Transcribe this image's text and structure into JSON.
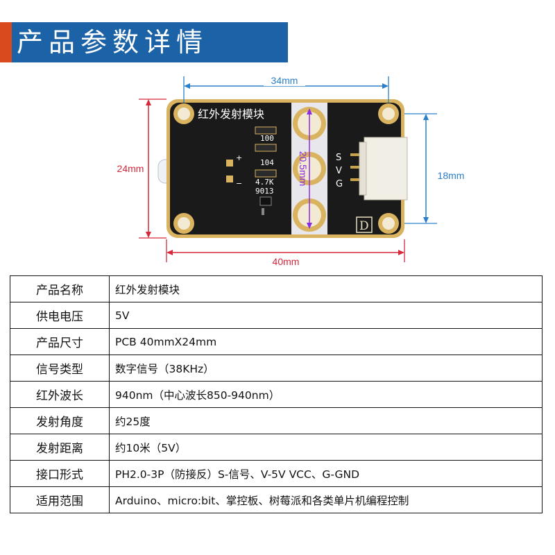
{
  "header": {
    "title": "产品参数详情"
  },
  "diagram": {
    "dimensions": {
      "top_width": "34mm",
      "bottom_width": "40mm",
      "left_height": "24mm",
      "right_height": "18mm",
      "center_height": "20.5mm"
    },
    "board_title": "红外发射模块",
    "silkscreen": {
      "r1": "100",
      "r2": "104",
      "r3": "4.7K",
      "transistor": "9013",
      "plus": "+",
      "minus": "−",
      "pin_s": "S",
      "pin_v": "V",
      "pin_g": "G",
      "brand": "D"
    }
  },
  "specs": [
    {
      "label": "产品名称",
      "value": "红外发射模块"
    },
    {
      "label": "供电电压",
      "value": "5V"
    },
    {
      "label": "产品尺寸",
      "value": "PCB 40mmX24mm"
    },
    {
      "label": "信号类型",
      "value": "数字信号（38KHz）"
    },
    {
      "label": "红外波长",
      "value": "940nm（中心波长850-940nm）"
    },
    {
      "label": "发射角度",
      "value": "约25度"
    },
    {
      "label": "发射距离",
      "value": "约10米（5V）"
    },
    {
      "label": "接口形式",
      "value": "PH2.0-3P（防接反）S-信号、V-5V VCC、G-GND"
    },
    {
      "label": "适用范围",
      "value": "Arduino、micro:bit、掌控板、树莓派和各类单片机编程控制"
    }
  ],
  "colors": {
    "banner": "#1b63a6",
    "banner_accent": "#d94b1e",
    "dim_blue": "#2a7fc9",
    "dim_red": "#d6283a",
    "dim_purple": "#8a2be2",
    "pcb": "#1a1a1a",
    "pad": "#d9b35f"
  }
}
